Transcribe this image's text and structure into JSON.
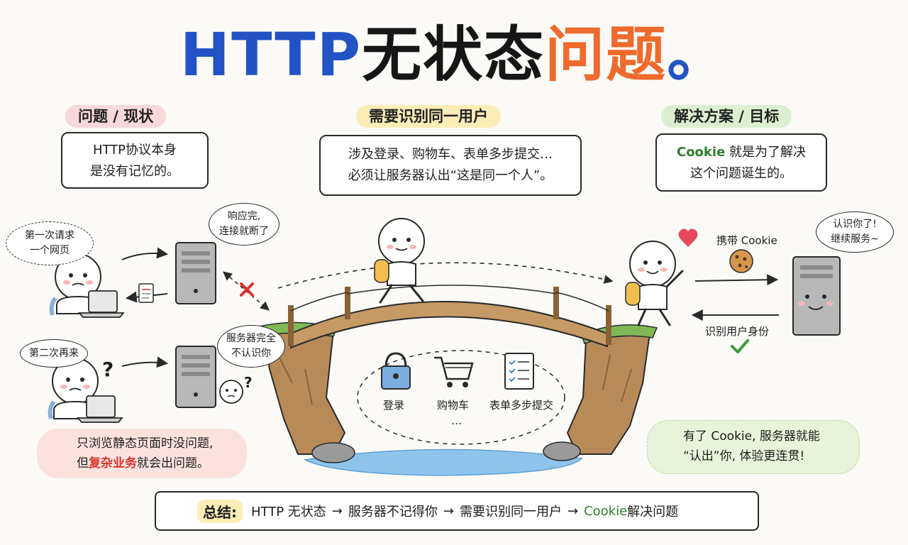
{
  "title": {
    "part1": "HTTP",
    "part2": "无状态",
    "part3": "问题",
    "part4": "。"
  },
  "left_panel": {
    "pill": "问题 / 现状",
    "box_line1": "HTTP协议本身",
    "box_line2": "是没有记忆的。"
  },
  "middle_panel": {
    "pill": "需要识别同一用户",
    "box_line1": "涉及登录、购物车、表单多步提交…",
    "box_line2": "必须让服务器认出“这是同一个人”。"
  },
  "right_panel": {
    "pill": "解决方案 / 目标",
    "box_cookie": "Cookie",
    "box_line1_rest": " 就是为了解决",
    "box_line2": "这个问题诞生的。"
  },
  "bubbles": {
    "first_request_1": "第一次请求",
    "first_request_2": "一个网页",
    "response_1": "响应完,",
    "response_2": "连接就断了",
    "second_visit": "第二次再来",
    "server_forgot_1": "服务器完全",
    "server_forgot_2": "不认识你",
    "recognize_1": "认识你了!",
    "recognize_2": "继续服务~"
  },
  "bridge": {
    "login": "登录",
    "cart": "购物车",
    "form": "表单多步提交",
    "more": "…"
  },
  "cookie_flow": {
    "carry_cookie": "携带 Cookie",
    "identify_user": "识别用户身份"
  },
  "notes": {
    "left_line1": "只浏览静态页面时没问题,",
    "left_line2_a": "但",
    "left_line2_b": "复杂业务",
    "left_line2_c": "就会出问题。",
    "right_line1": "有了 Cookie, 服务器就能",
    "right_line2": "“认出”你, 体验更连贯!"
  },
  "summary": {
    "label": "总结:",
    "s1": "HTTP 无状态",
    "arrow": "→",
    "s2": "服务器不记得你",
    "s3": "需要识别同一用户",
    "s4_cookie": "Cookie",
    "s4_rest": " 解决问题"
  },
  "colors": {
    "blue": "#2352c5",
    "orange": "#ef6a2c",
    "green": "#2f7d2f",
    "red": "#d8332d",
    "water": "#8fc4ec",
    "grass": "#7fb957"
  },
  "icons": [
    "lock-icon",
    "cart-icon",
    "checklist-icon",
    "cookie-icon",
    "heart-icon",
    "check-icon",
    "cross-icon",
    "star-icon",
    "lightbulb-icon",
    "sad-face-icon",
    "question-icon",
    "laptop-icon",
    "server-icon",
    "document-icon"
  ]
}
